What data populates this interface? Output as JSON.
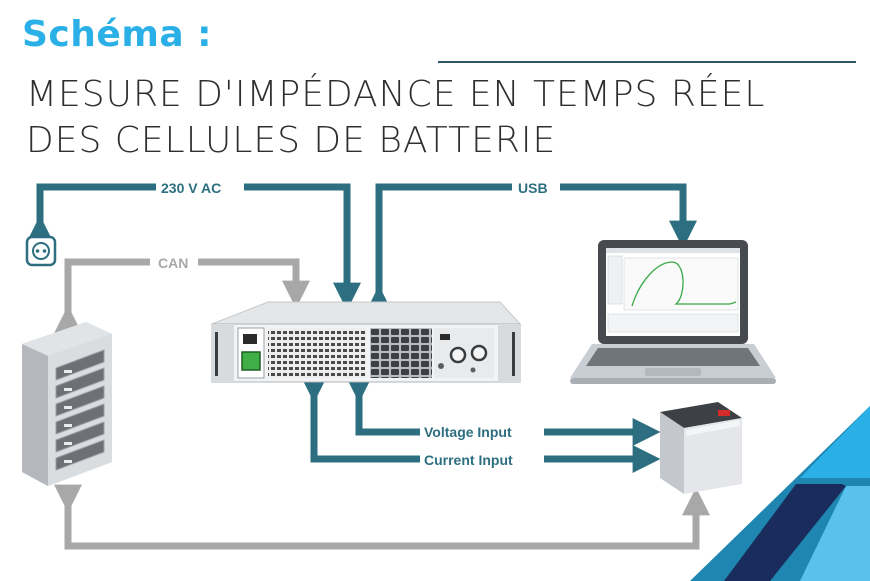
{
  "header": {
    "title": "Schéma :",
    "subtitle_line1": "MESURE D'IMPÉDANCE EN TEMPS RÉEL",
    "subtitle_line2": "DES CELLULES DE BATTERIE"
  },
  "connections": {
    "power": "230 V AC",
    "usb": "USB",
    "can": "CAN",
    "voltage_input": "Voltage Input",
    "current_input": "Current Input"
  },
  "colors": {
    "accent": "#2ab0e6",
    "signal_line": "#2d6f80",
    "can_line": "#a8a8a8",
    "text_dark": "#2f2f2f",
    "corner_dark": "#1a2c5c",
    "corner_mid": "#1e86b0",
    "corner_light": "#2ab0e6"
  },
  "icons": {
    "socket": "power-socket-icon",
    "rack": "server-rack-icon",
    "supply": "power-supply-unit-icon",
    "laptop": "laptop-icon",
    "battery": "battery-cell-icon"
  }
}
